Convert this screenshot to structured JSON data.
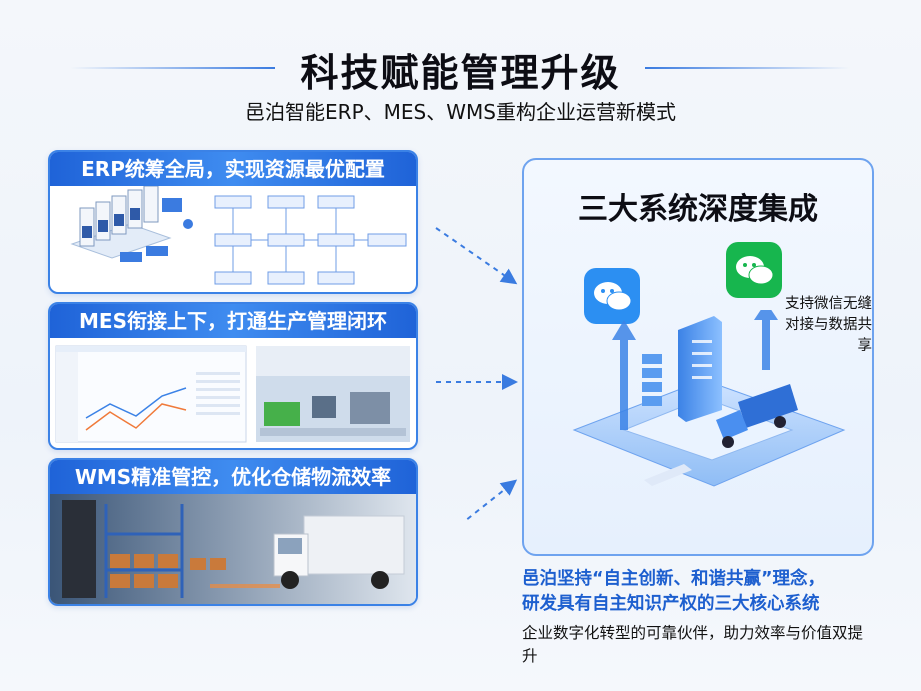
{
  "header": {
    "title": "科技赋能管理升级",
    "subtitle": "邑泊智能ERP、MES、WMS重构企业运营新模式"
  },
  "cards": {
    "erp": {
      "caption": "ERP统筹全局，实现资源最优配置"
    },
    "mes": {
      "caption": "MES衔接上下，打通生产管理闭环"
    },
    "wms": {
      "caption": "WMS精准管控，优化仓储物流效率"
    }
  },
  "integration": {
    "title": "三大系统深度集成",
    "note_line1": "支持微信无缝",
    "note_line2": "对接与数据共享",
    "left_icon": "wechat-icon",
    "right_icon": "wechat-icon"
  },
  "summary": {
    "highlight_line1": "邑泊坚持“自主创新、和谐共赢”理念，",
    "highlight_line2": "研发具有自主知识产权的三大核心系统",
    "body": "企业数字化转型的可靠伙伴，助力效率与价值双提升"
  },
  "colors": {
    "accent": "#3b82e6",
    "wechat_blue": "#2c8ff2",
    "wechat_green": "#17b64e",
    "highlight_text": "#1d5fcf"
  }
}
